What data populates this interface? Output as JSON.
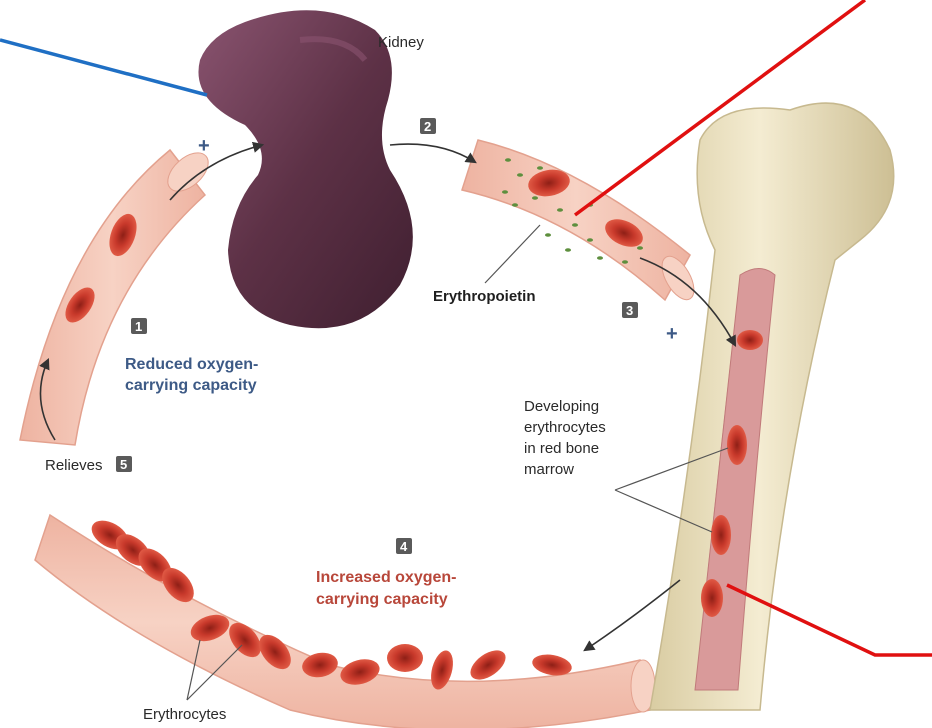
{
  "labels": {
    "kidney": "Kidney",
    "erythropoietin": "Erythropoietin",
    "reduced_line1": "Reduced oxygen-",
    "reduced_line2": "carrying capacity",
    "increased_line1": "Increased oxygen-",
    "increased_line2": "carrying capacity",
    "developing_line1": "Developing",
    "developing_line2": "erythrocytes",
    "developing_line3": "in red bone",
    "developing_line4": "marrow",
    "relieves": "Relieves",
    "erythrocytes": "Erythrocytes"
  },
  "steps": [
    "1",
    "2",
    "3",
    "4",
    "5"
  ],
  "plus_sign": "+",
  "colors": {
    "vessel": "#f3c2b2",
    "vessel_edge": "#e3a18e",
    "rbc": "#c8392b",
    "rbc_center": "#8e1f16",
    "kidney": "#5d3146",
    "kidney_highlight": "#7a4560",
    "bone": "#ede3c4",
    "bone_edge": "#c7b98f",
    "marrow": "#d99a9a",
    "epo_particles": "#5e8f3e",
    "blue_text": "#3d5a86",
    "red_text": "#b8473a",
    "annotation_blue": "#1f6fc4",
    "annotation_red": "#e01010"
  }
}
